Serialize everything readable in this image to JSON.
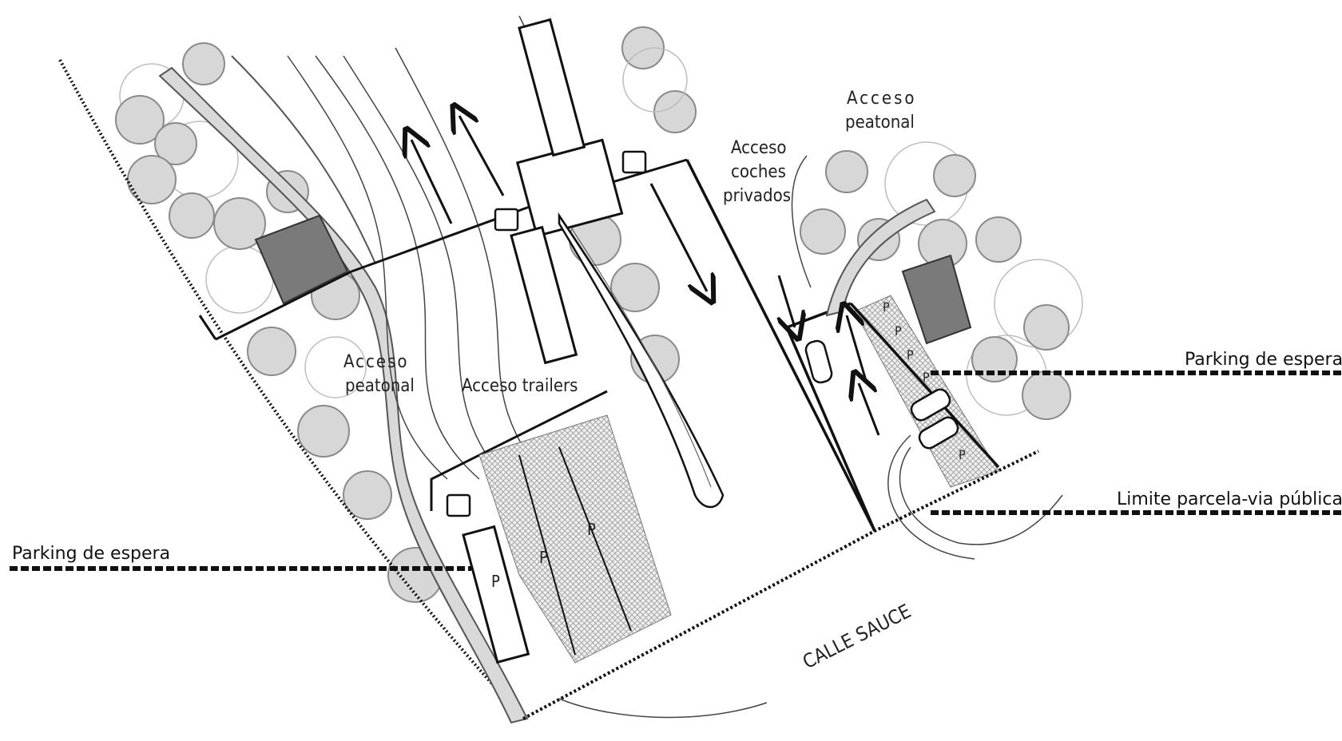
{
  "labels": {
    "acceso_peatonal_top_line1": "Acceso",
    "acceso_peatonal_top_line2": "peatonal",
    "acceso_coches_line1": "Acceso",
    "acceso_coches_line2": "coches",
    "acceso_coches_line3": "privados",
    "acceso_peatonal_left_line1": "Acceso",
    "acceso_peatonal_left_line2": "peatonal",
    "acceso_trailers": "Acceso trailers",
    "calle": "CALLE SAUCE"
  },
  "callouts": {
    "parking_espera_left": "Parking de espera",
    "parking_espera_right": "Parking de espera",
    "limite": "Limite parcela-via pública"
  },
  "parking_marks": [
    "P",
    "P",
    "P",
    "P",
    "P",
    "P",
    "P",
    "P"
  ],
  "colors": {
    "line": "#111111",
    "road_fill": "#d9d9d9",
    "building_fill": "#7a7a7a",
    "tree_fill": "#d7d7d7"
  }
}
